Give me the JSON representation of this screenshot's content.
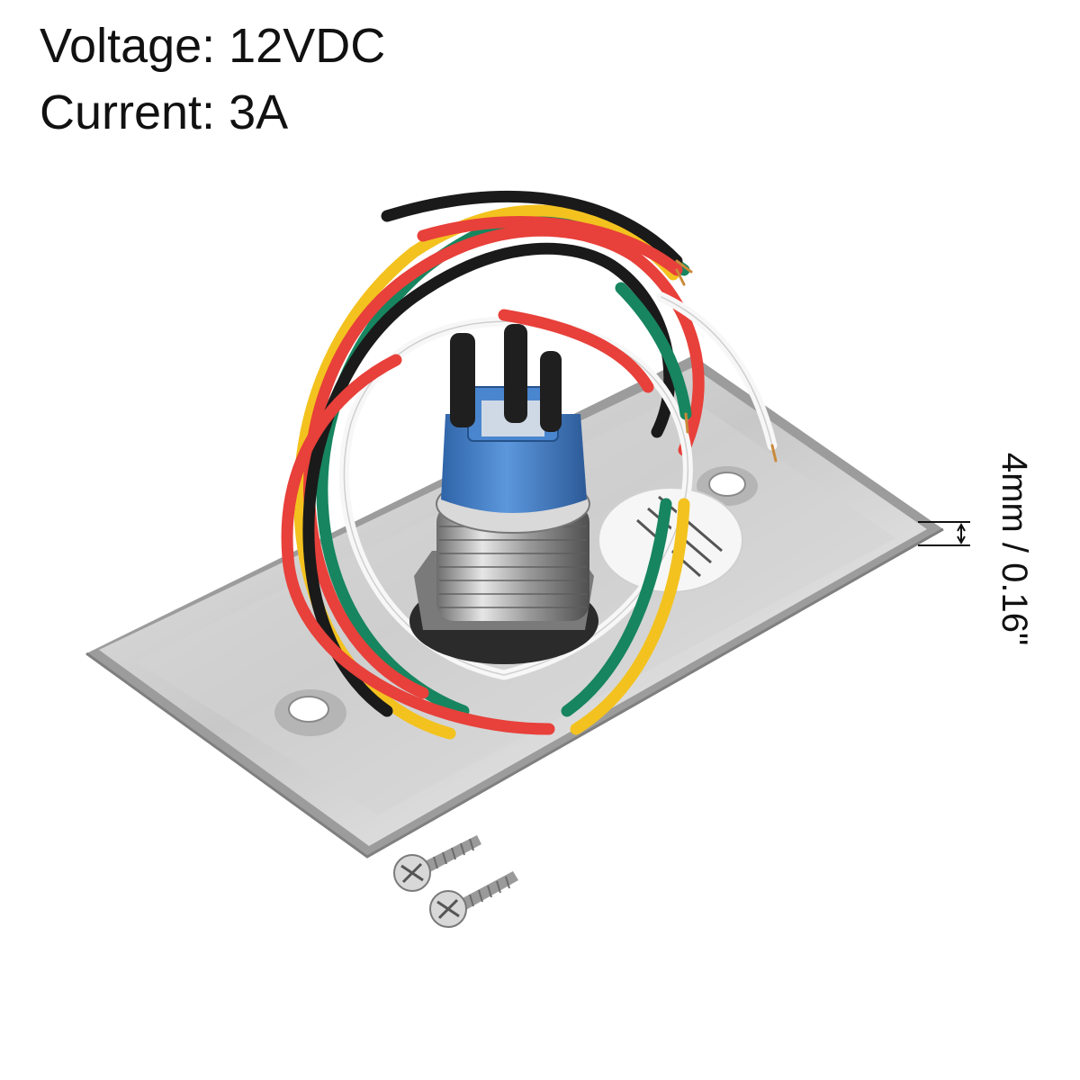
{
  "specs": {
    "voltage": "Voltage: 12VDC",
    "current": "Current: 3A"
  },
  "dimension": {
    "label": "4mm / 0.16\""
  },
  "product": {
    "wire_colors": {
      "black": "#1a1a1a",
      "red": "#e8403a",
      "green": "#17855f",
      "yellow": "#f3c21f",
      "white": "#f7f7f7"
    },
    "button_body_color": "#3f7fc8",
    "plate_color": "#c9c9c9"
  }
}
